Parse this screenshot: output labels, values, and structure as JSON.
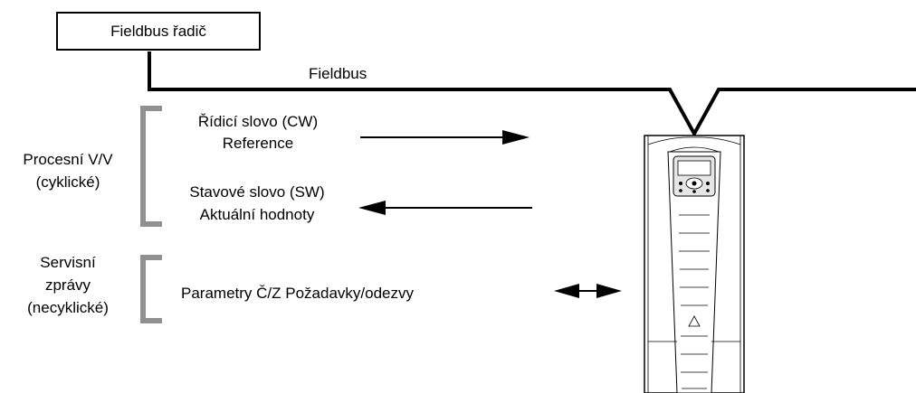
{
  "controller_box": {
    "label": "Fieldbus řadič"
  },
  "bus": {
    "label": "Fieldbus"
  },
  "process_io": {
    "group_line1": "Procesní V/V",
    "group_line2": "(cyklické)",
    "control_word": "Řídicí slovo (CW)",
    "reference": "Reference",
    "status_word": "Stavové slovo (SW)",
    "actual_values": "Aktuální hodnoty"
  },
  "service_messages": {
    "group_line1": "Servisní",
    "group_line2": "zprávy",
    "group_line3": "(necyklické)",
    "parameters": "Parametry Č/Z Požadavky/odezvy"
  },
  "colors": {
    "line": "#000000",
    "drive_fill": "#ffffff",
    "drive_shade": "#e6e6e6"
  },
  "icons": {
    "drive": "frequency-converter-icon",
    "control_panel": "control-panel-icon"
  }
}
